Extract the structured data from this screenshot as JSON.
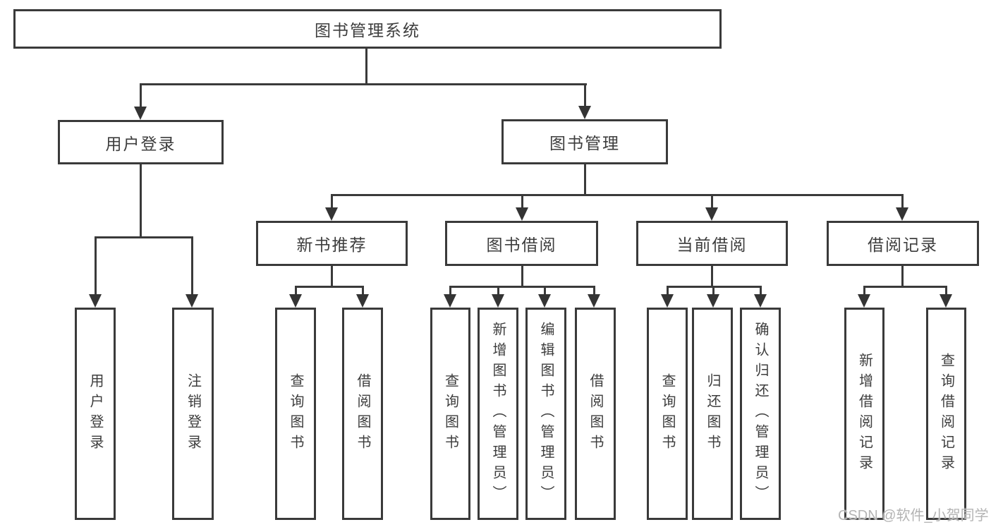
{
  "colors": {
    "line": "#3a3a3a",
    "node_border": "#3a3a3a",
    "node_text": "#3d3d3d",
    "background": "#ffffff",
    "watermark": "#b4b4b4"
  },
  "nodes": {
    "root": {
      "label": "图书管理系统"
    },
    "user_login": {
      "label": "用户登录",
      "children": [
        {
          "label": "用户登录"
        },
        {
          "label": "注销登录"
        }
      ]
    },
    "book_mgmt": {
      "label": "图书管理",
      "sections": [
        {
          "label": "新书推荐",
          "children": [
            {
              "label": "查询图书"
            },
            {
              "label": "借阅图书"
            }
          ]
        },
        {
          "label": "图书借阅",
          "children": [
            {
              "label": "查询图书"
            },
            {
              "label": "新增图书（管理员）"
            },
            {
              "label": "编辑图书（管理员）"
            },
            {
              "label": "借阅图书"
            }
          ]
        },
        {
          "label": "当前借阅",
          "children": [
            {
              "label": "查询图书"
            },
            {
              "label": "归还图书"
            },
            {
              "label": "确认归还（管理员）"
            }
          ]
        },
        {
          "label": "借阅记录",
          "children": [
            {
              "label": "新增借阅记录"
            },
            {
              "label": "查询借阅记录"
            }
          ]
        }
      ]
    }
  },
  "watermark": {
    "text": "CSDN @软件_小贺同学"
  }
}
